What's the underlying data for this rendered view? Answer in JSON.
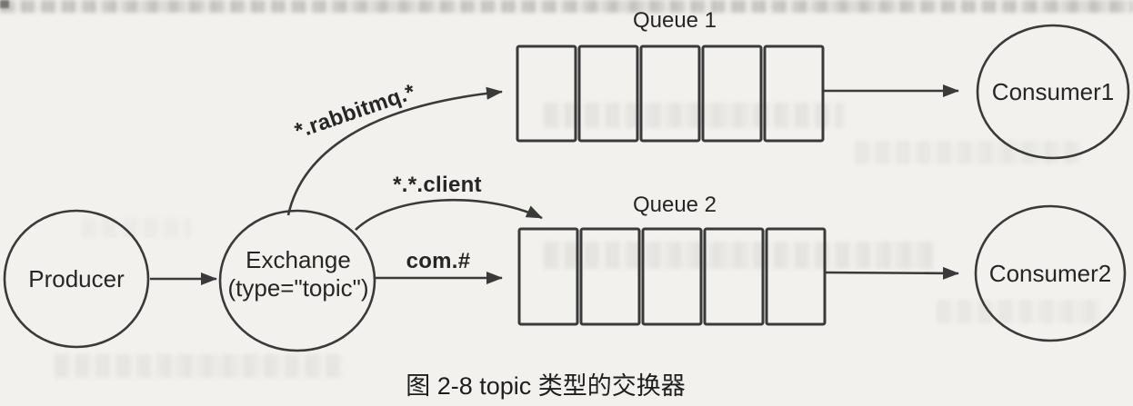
{
  "figure": {
    "producer": {
      "label": "Producer"
    },
    "exchange": {
      "name": "Exchange",
      "type": "(type=\"topic\")"
    },
    "queue1": {
      "label": "Queue 1",
      "slots": 5
    },
    "queue2": {
      "label": "Queue 2",
      "slots": 5
    },
    "consumer1": {
      "label": "Consumer1"
    },
    "consumer2": {
      "label": "Consumer2"
    },
    "bindings": {
      "rabbitmq": {
        "routing_key": "*.rabbitmq.*",
        "from": "Exchange",
        "to": "Queue 1"
      },
      "client": {
        "routing_key": "*.*.client",
        "from": "Exchange",
        "to": "Queue 2"
      },
      "com": {
        "routing_key": "com.#",
        "from": "Exchange",
        "to": "Queue 2"
      }
    },
    "caption": "图 2-8  topic 类型的交换器",
    "colors": {
      "ink": "#3a3a3a",
      "paper": "#f2f1ed"
    }
  }
}
